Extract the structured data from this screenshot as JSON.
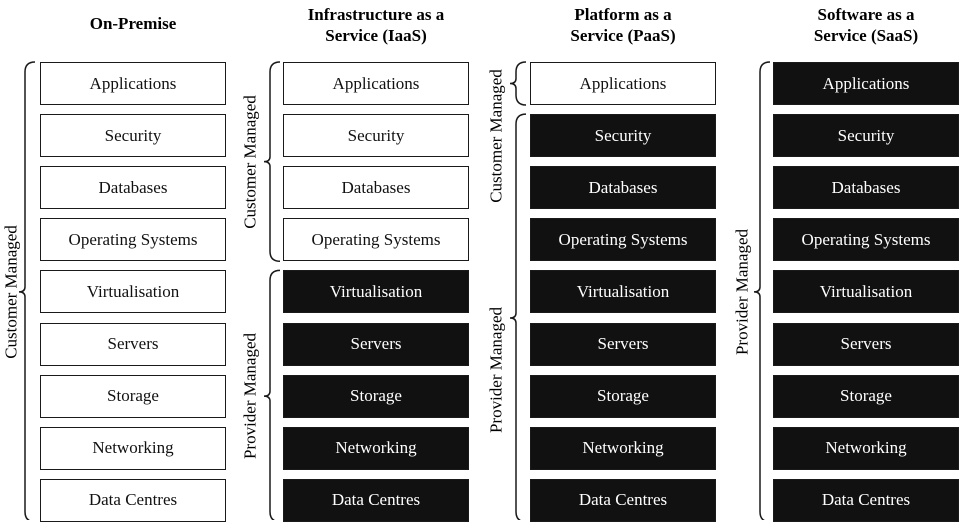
{
  "columns": [
    {
      "title": "On-Premise",
      "layers": [
        "Applications",
        "Security",
        "Databases",
        "Operating Systems",
        "Virtualisation",
        "Servers",
        "Storage",
        "Networking",
        "Data Centres"
      ],
      "customer_count": 9,
      "groups": [
        {
          "label": "Customer Managed",
          "start": 0,
          "end": 8
        }
      ]
    },
    {
      "title": "Infrastructure as a\nService (IaaS)",
      "layers": [
        "Applications",
        "Security",
        "Databases",
        "Operating Systems",
        "Virtualisation",
        "Servers",
        "Storage",
        "Networking",
        "Data Centres"
      ],
      "customer_count": 4,
      "groups": [
        {
          "label": "Customer Managed",
          "start": 0,
          "end": 3
        },
        {
          "label": "Provider Managed",
          "start": 4,
          "end": 8
        }
      ]
    },
    {
      "title": "Platform as a\nService (PaaS)",
      "layers": [
        "Applications",
        "Security",
        "Databases",
        "Operating Systems",
        "Virtualisation",
        "Servers",
        "Storage",
        "Networking",
        "Data Centres"
      ],
      "customer_count": 1,
      "groups": [
        {
          "label": "Customer Managed",
          "start": 0,
          "end": 0,
          "label_span": [
            0,
            2
          ]
        },
        {
          "label": "Provider Managed",
          "start": 1,
          "end": 8,
          "label_span": [
            3,
            8
          ]
        }
      ]
    },
    {
      "title": "Software as a\nService (SaaS)",
      "layers": [
        "Applications",
        "Security",
        "Databases",
        "Operating Systems",
        "Virtualisation",
        "Servers",
        "Storage",
        "Networking",
        "Data Centres"
      ],
      "customer_count": 0,
      "groups": [
        {
          "label": "Provider Managed",
          "start": 0,
          "end": 8
        }
      ]
    }
  ],
  "colors": {
    "customer_fill": "#ffffff",
    "provider_fill": "#111111",
    "line": "#1a1a1a"
  }
}
